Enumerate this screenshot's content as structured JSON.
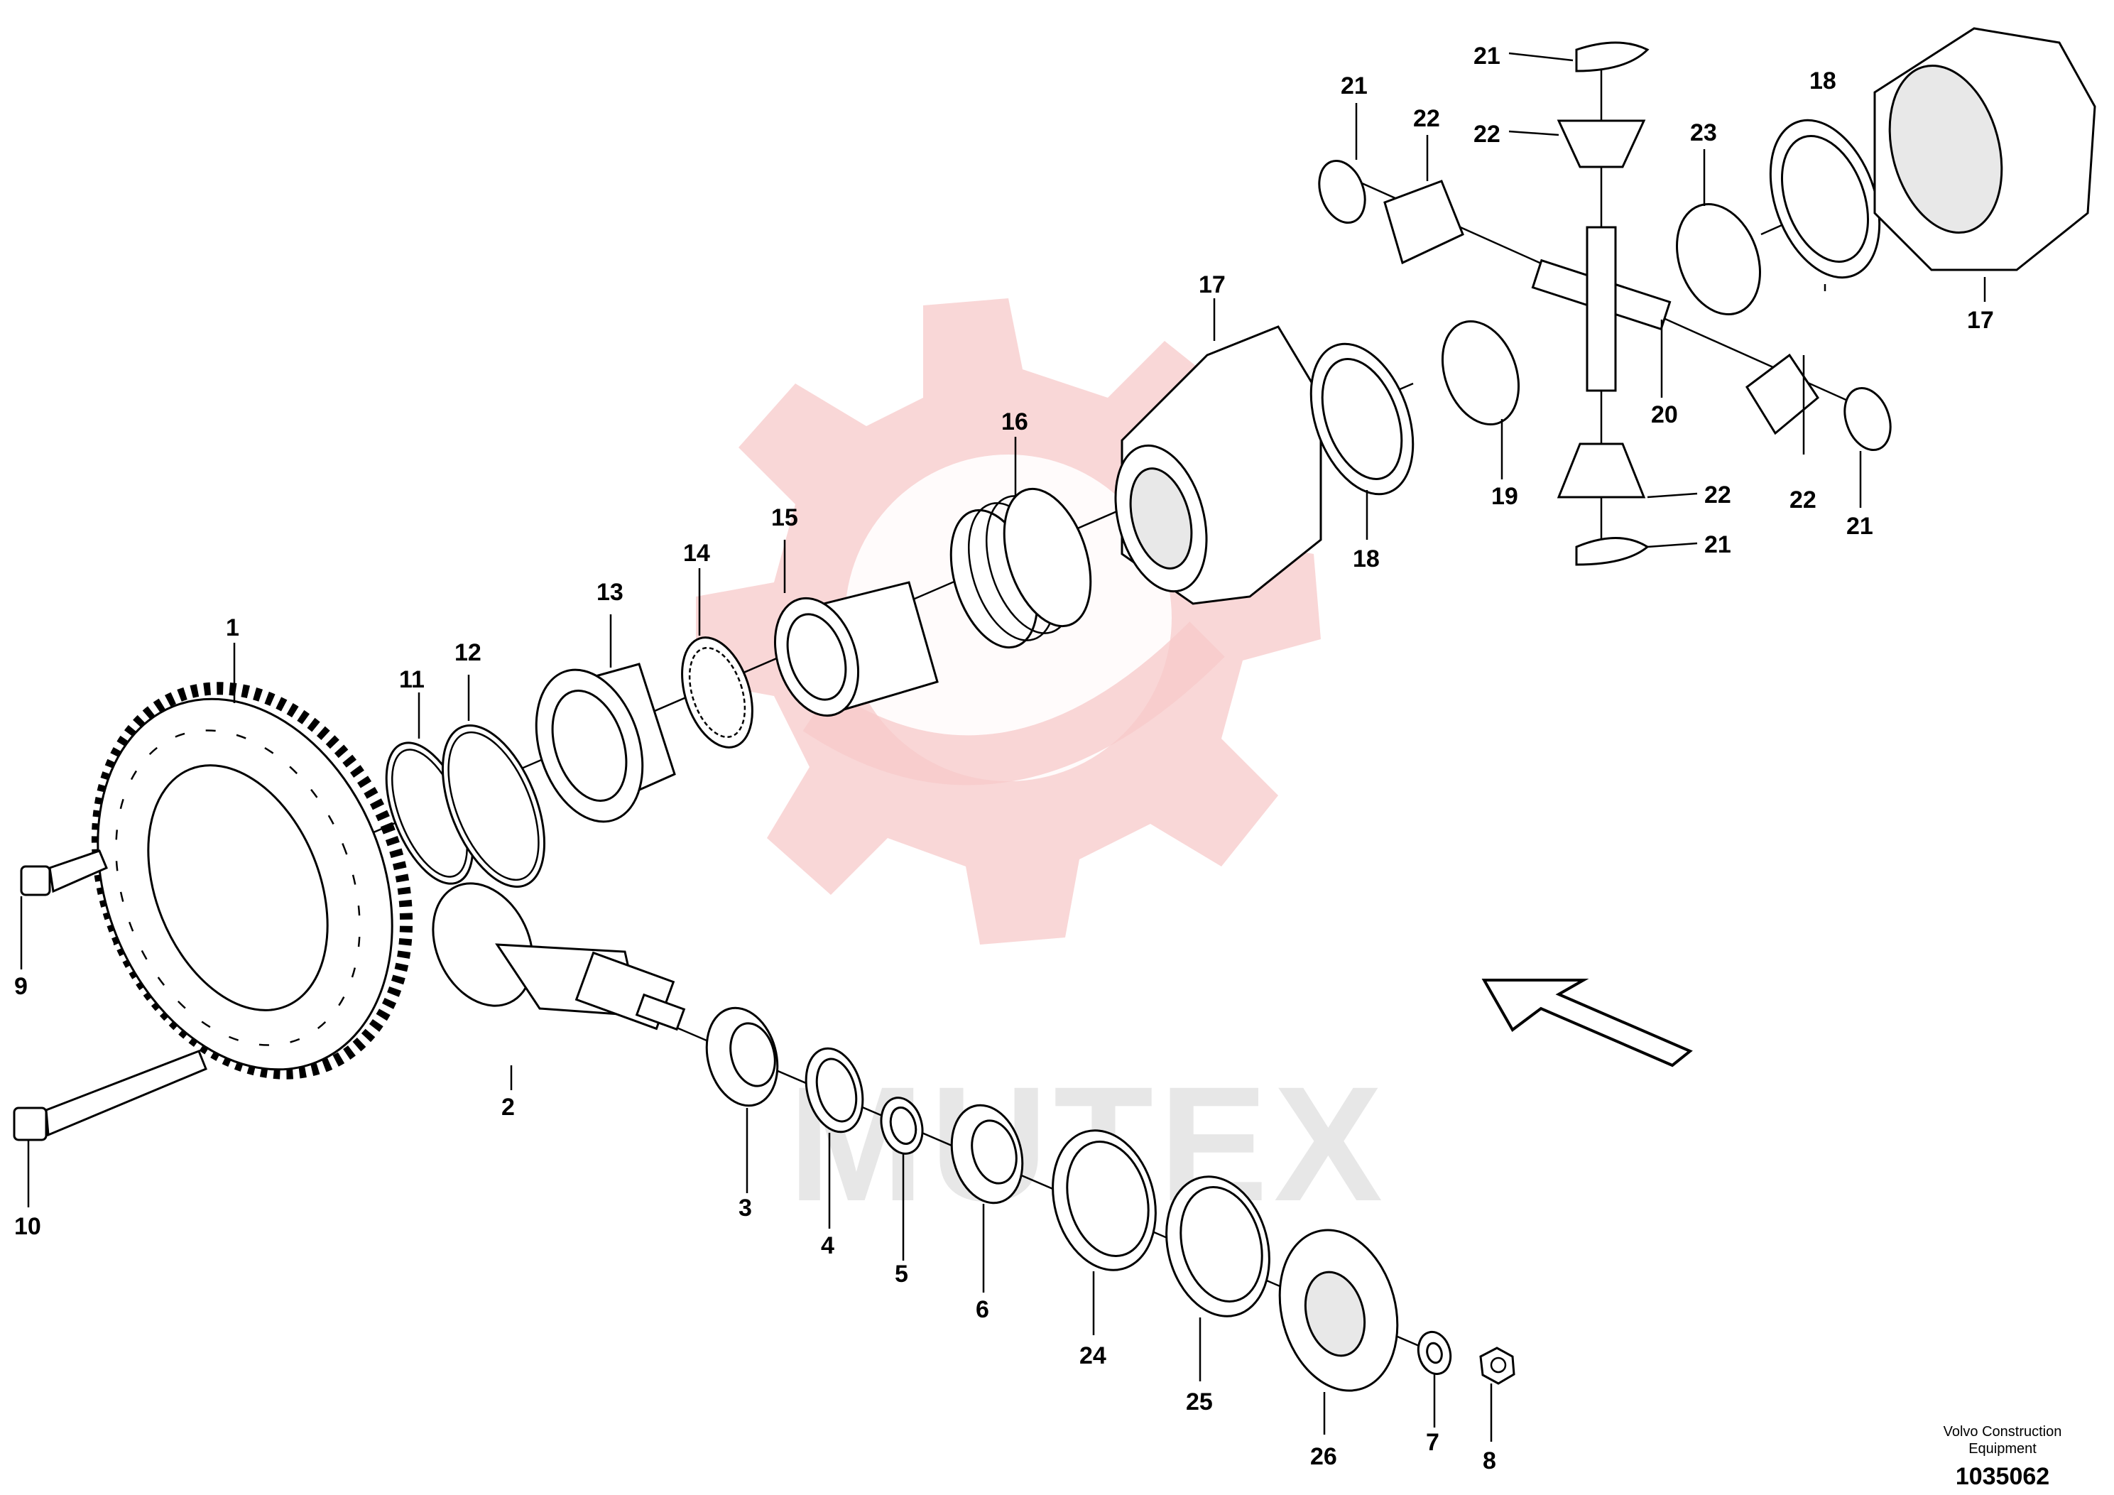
{
  "callouts": {
    "c1": "1",
    "c2": "2",
    "c3": "3",
    "c4": "4",
    "c5": "5",
    "c6": "6",
    "c7": "7",
    "c8": "8",
    "c9": "9",
    "c10": "10",
    "c11": "11",
    "c12": "12",
    "c13": "13",
    "c14": "14",
    "c15": "15",
    "c16": "16",
    "c17a": "17",
    "c17b": "17",
    "c18a": "18",
    "c18b": "18",
    "c19": "19",
    "c20": "20",
    "c21a": "21",
    "c21b": "21",
    "c21c": "21",
    "c21d": "21",
    "c22a": "22",
    "c22b": "22",
    "c22c": "22",
    "c22d": "22",
    "c23": "23",
    "c24": "24",
    "c25": "25",
    "c26": "26"
  },
  "credit": {
    "line1": "Volvo Construction",
    "line2": "Equipment"
  },
  "document_number": "1035062",
  "watermark": {
    "text": "MUTEX",
    "color": "#f7c9c9"
  }
}
